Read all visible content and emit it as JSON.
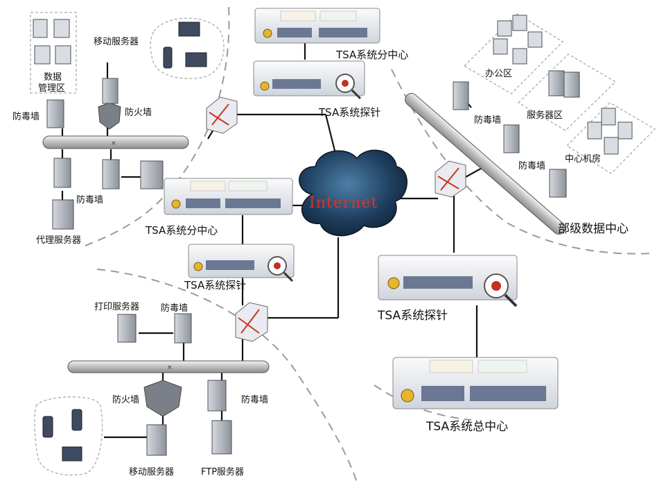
{
  "labels": {
    "data_mgmt_1": "数据",
    "data_mgmt_2": "管理区",
    "mobile_server_top": "移动服务器",
    "firewall_left_top": "防火墙",
    "av_wall_top_left": "防毒墙",
    "av_wall_mid_left": "防毒墙",
    "proxy_server": "代理服务器",
    "tsa_branch_top": "TSA系统分中心",
    "tsa_probe_top": "TSA系统探针",
    "tsa_branch_mid": "TSA系统分中心",
    "tsa_probe_mid": "TSA系统探针",
    "internet": "Internet",
    "office_zone": "办公区",
    "server_zone": "服务器区",
    "center_room": "中心机房",
    "av_wall_right_1": "防毒墙",
    "av_wall_right_2": "防毒墙",
    "ministry_dc": "部级数据中心",
    "tsa_probe_big": "TSA系统探针",
    "tsa_hq": "TSA系统总中心",
    "print_server": "打印服务器",
    "av_wall_bottom_1": "防毒墙",
    "firewall_bottom": "防火墙",
    "av_wall_bottom_2": "防毒墙",
    "mobile_server_bottom": "移动服务器",
    "ftp_server": "FTP服务器"
  },
  "colors": {
    "line": "#111111",
    "dash": "#9a9a9a",
    "bus": "#cfcfcf",
    "device": "#e8eaee",
    "device_dark": "#5a6a86",
    "router": "#cc3322",
    "cloud": "#1f3a5a",
    "internet_text": "#e0302a"
  },
  "icons": [
    "server-icon",
    "firewall-shield-icon",
    "router-icon",
    "laptop-icon",
    "phone-icon",
    "workstation-icon",
    "appliance-icon",
    "probe-magnifier-icon",
    "cloud-icon"
  ]
}
